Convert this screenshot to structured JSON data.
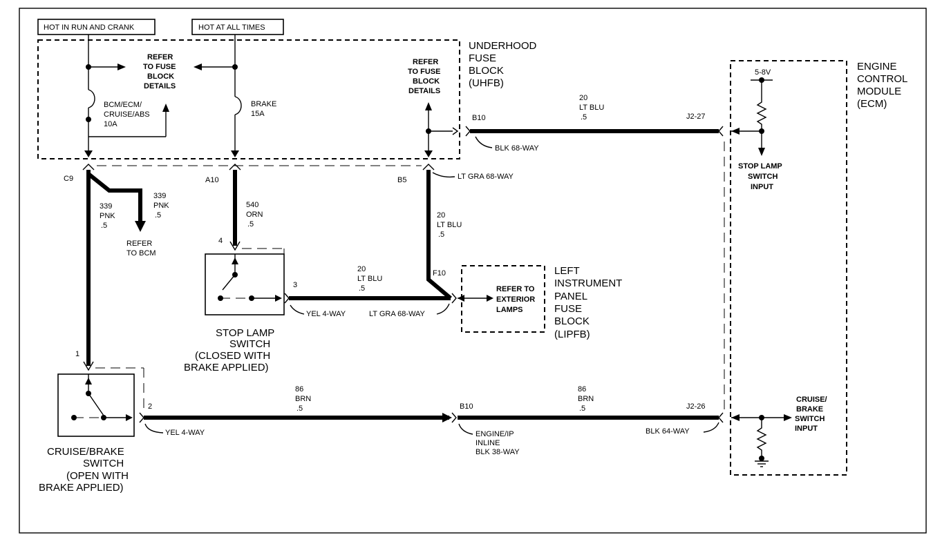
{
  "hot_labels": {
    "run_crank": "HOT IN RUN AND CRANK",
    "all_times": "HOT AT ALL TIMES"
  },
  "uhfb": {
    "title": [
      "UNDERHOOD",
      "FUSE",
      "BLOCK",
      "(UHFB)"
    ],
    "refer_left": [
      "REFER",
      "TO FUSE",
      "BLOCK",
      "DETAILS"
    ],
    "refer_right": [
      "REFER",
      "TO FUSE",
      "BLOCK",
      "DETAILS"
    ],
    "fuse_bcm": [
      "BCM/ECM/",
      "CRUISE/ABS",
      "10A"
    ],
    "fuse_brake": [
      "BRAKE",
      "15A"
    ],
    "connector_b10": "B10",
    "connector_b10_type": "BLK 68-WAY",
    "connector_c9": "C9",
    "connector_a10": "A10",
    "connector_b5": "B5",
    "connector_b5_type": "LT GRA 68-WAY"
  },
  "wires": {
    "w339a": [
      "339",
      "PNK",
      ".5"
    ],
    "w339b": [
      "339",
      "PNK",
      ".5"
    ],
    "refer_bcm": [
      "REFER",
      "TO BCM"
    ],
    "w540": [
      "540",
      "ORN",
      ".5"
    ],
    "w20_top": [
      "20",
      "LT BLU",
      ".5"
    ],
    "w20_mid": [
      "20",
      "LT BLU",
      ".5"
    ],
    "w20_sw": [
      "20",
      "LT BLU",
      ".5"
    ],
    "w86_left": [
      "86",
      "BRN",
      ".5"
    ],
    "w86_right": [
      "86",
      "BRN",
      ".5"
    ]
  },
  "ecm": {
    "title": [
      "ENGINE",
      "CONTROL",
      "MODULE",
      "(ECM)"
    ],
    "voltage": "5-8V",
    "j2_27": "J2-27",
    "j2_26": "J2-26",
    "stop_input": [
      "STOP LAMP",
      "SWITCH",
      "INPUT"
    ],
    "cruise_input": [
      "CRUISE/",
      "BRAKE",
      "SWITCH",
      "INPUT"
    ],
    "blk64": "BLK 64-WAY"
  },
  "stop_switch": {
    "pin4": "4",
    "pin3": "3",
    "connector": "YEL 4-WAY",
    "title": [
      "STOP LAMP",
      "SWITCH",
      "(CLOSED WITH",
      "BRAKE APPLIED)"
    ]
  },
  "lipfb": {
    "f10": "F10",
    "connector": "LT GRA 68-WAY",
    "refer": [
      "REFER TO",
      "EXTERIOR",
      "LAMPS"
    ],
    "title": [
      "LEFT",
      "INSTRUMENT",
      "PANEL",
      "FUSE",
      "BLOCK",
      "(LIPFB)"
    ]
  },
  "cruise_switch": {
    "pin1": "1",
    "pin2": "2",
    "connector": "YEL 4-WAY",
    "title": [
      "CRUISE/BRAKE",
      "SWITCH",
      "(OPEN WITH",
      "BRAKE APPLIED)"
    ]
  },
  "inline": {
    "b10": "B10",
    "label": [
      "ENGINE/IP",
      "INLINE",
      "BLK 38-WAY"
    ]
  }
}
